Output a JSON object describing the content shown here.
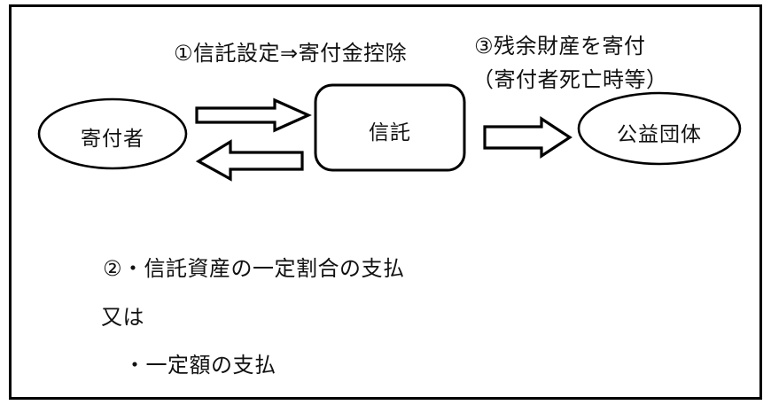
{
  "diagram": {
    "title_text": "",
    "stroke_color": "#000000",
    "fill_color": "#ffffff",
    "text_color": "#111111",
    "nodes": [
      {
        "id": "donor",
        "label": "寄付者",
        "shape": "ellipse"
      },
      {
        "id": "trust",
        "label": "信託",
        "shape": "rounded-rect"
      },
      {
        "id": "charity",
        "label": "公益団体",
        "shape": "ellipse"
      }
    ],
    "flows": [
      {
        "id": "flow1",
        "marker": "①",
        "label_lines": [
          "①信託設定⇒寄付金控除"
        ],
        "direction": "right",
        "from": "donor",
        "to": "trust"
      },
      {
        "id": "flow2",
        "marker": "②",
        "label_lines": [],
        "direction": "left",
        "from": "trust",
        "to": "donor"
      },
      {
        "id": "flow3",
        "marker": "③",
        "label_lines": [
          "③残余財産を寄付",
          "（寄付者死亡時等）"
        ],
        "direction": "right",
        "from": "trust",
        "to": "charity"
      }
    ],
    "notes": {
      "lines": [
        "②・信託資産の一定割合の支払",
        "又は",
        "・一定額の支払"
      ]
    }
  }
}
